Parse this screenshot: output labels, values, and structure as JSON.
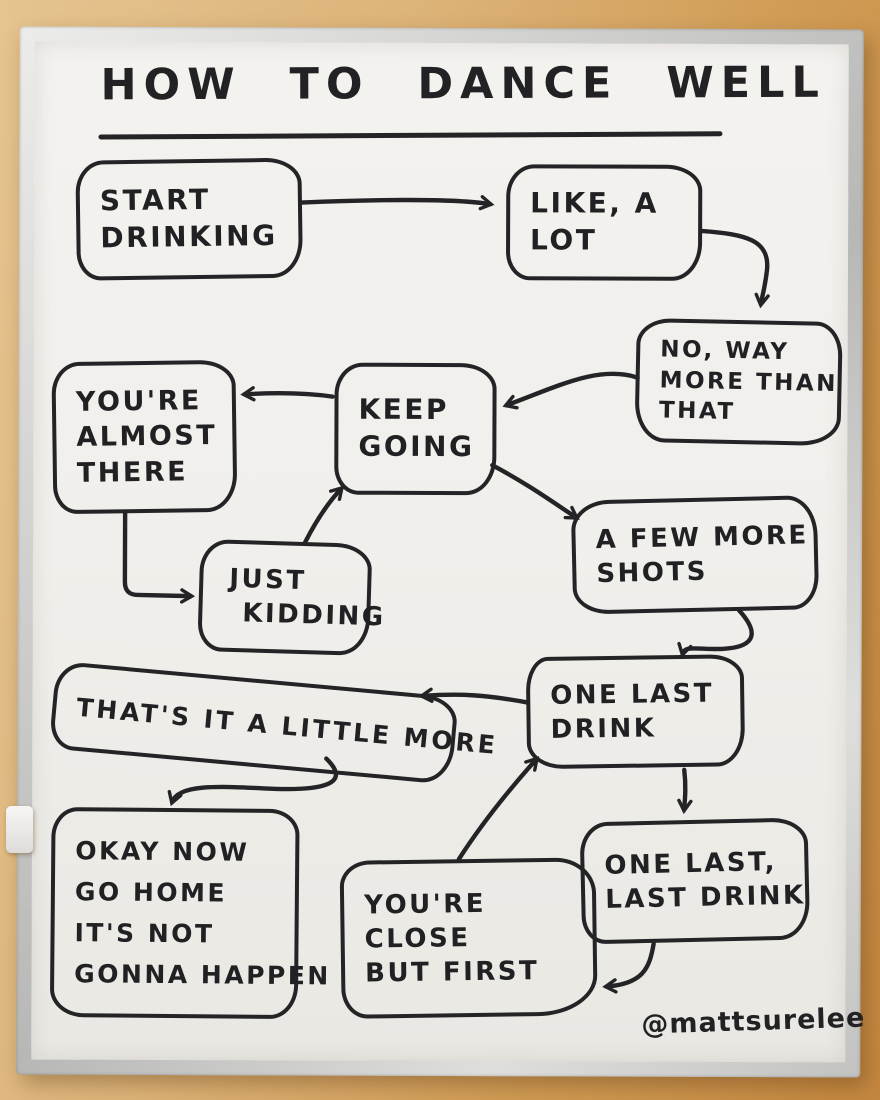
{
  "title": "HOW TO DANCE WELL",
  "signature": "@mattsurelee",
  "colors": {
    "ink": "#242427",
    "board": "#f1efeb",
    "frame_silver": "#c9c9c7",
    "wood": "#d09c55"
  },
  "diagram": {
    "nodes": [
      {
        "id": "start-drinking",
        "lines": [
          "START",
          "DRINKING"
        ]
      },
      {
        "id": "like-a-lot",
        "lines": [
          "LIKE, A",
          "LOT"
        ]
      },
      {
        "id": "no-way-more",
        "lines": [
          "NO, WAY",
          "MORE THAN",
          "THAT"
        ]
      },
      {
        "id": "keep-going",
        "lines": [
          "KEEP",
          "GOING"
        ]
      },
      {
        "id": "youre-almost-there",
        "lines": [
          "YOU'RE",
          "ALMOST",
          "THERE"
        ]
      },
      {
        "id": "just-kidding",
        "lines": [
          "JUST",
          "KIDDING"
        ]
      },
      {
        "id": "a-few-more-shots",
        "lines": [
          "A FEW MORE",
          "SHOTS"
        ]
      },
      {
        "id": "thats-it-a-little-more",
        "lines": [
          "THAT'S IT A LITTLE MORE"
        ]
      },
      {
        "id": "one-last-drink",
        "lines": [
          "ONE LAST",
          "DRINK"
        ]
      },
      {
        "id": "one-last-last-drink",
        "lines": [
          "ONE LAST,",
          "LAST DRINK"
        ]
      },
      {
        "id": "youre-close-but-first",
        "lines": [
          "YOU'RE",
          "CLOSE",
          "BUT FIRST"
        ]
      },
      {
        "id": "okay-now-go-home",
        "lines": [
          "OKAY NOW",
          "GO HOME",
          "IT'S NOT",
          "GONNA HAPPEN"
        ]
      }
    ],
    "edges": [
      {
        "from": "start-drinking",
        "to": "like-a-lot"
      },
      {
        "from": "like-a-lot",
        "to": "no-way-more"
      },
      {
        "from": "no-way-more",
        "to": "keep-going"
      },
      {
        "from": "keep-going",
        "to": "youre-almost-there"
      },
      {
        "from": "youre-almost-there",
        "to": "just-kidding"
      },
      {
        "from": "just-kidding",
        "to": "keep-going"
      },
      {
        "from": "keep-going",
        "to": "a-few-more-shots"
      },
      {
        "from": "a-few-more-shots",
        "to": "one-last-drink"
      },
      {
        "from": "one-last-drink",
        "to": "thats-it-a-little-more"
      },
      {
        "from": "thats-it-a-little-more",
        "to": "okay-now-go-home"
      },
      {
        "from": "one-last-drink",
        "to": "one-last-last-drink"
      },
      {
        "from": "one-last-last-drink",
        "to": "youre-close-but-first"
      },
      {
        "from": "youre-close-but-first",
        "to": "one-last-drink"
      }
    ]
  }
}
